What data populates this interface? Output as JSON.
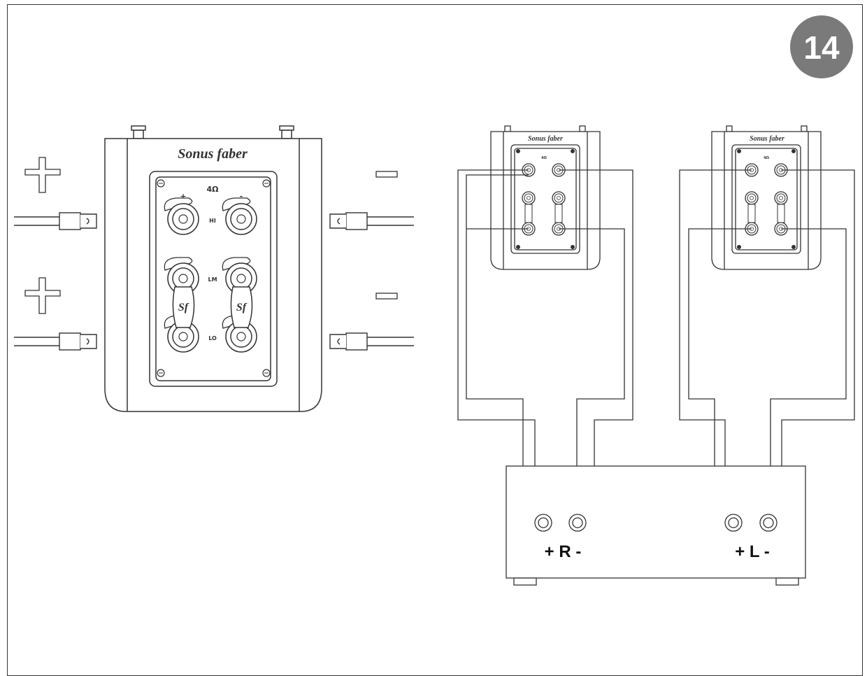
{
  "page": {
    "figure_number": "14"
  },
  "detail_panel": {
    "brand": "Sonus faber",
    "impedance": "4Ω",
    "terminal_plus": "+",
    "terminal_minus": "-",
    "row_labels": [
      "HI",
      "LM",
      "LO"
    ],
    "strap_logo": "Sf",
    "left_signs": [
      "+",
      "+"
    ],
    "right_signs": [
      "−",
      "−"
    ]
  },
  "speakers": [
    {
      "brand": "Sonus faber",
      "impedance": "4Ω"
    },
    {
      "brand": "Sonus faber",
      "impedance": "4Ω"
    }
  ],
  "amplifier": {
    "right_channel_label": "+ R -",
    "left_channel_label": "+ L -"
  },
  "colors": {
    "line": "#333333",
    "badge": "#7a7a7a",
    "badge_text": "#ffffff"
  }
}
